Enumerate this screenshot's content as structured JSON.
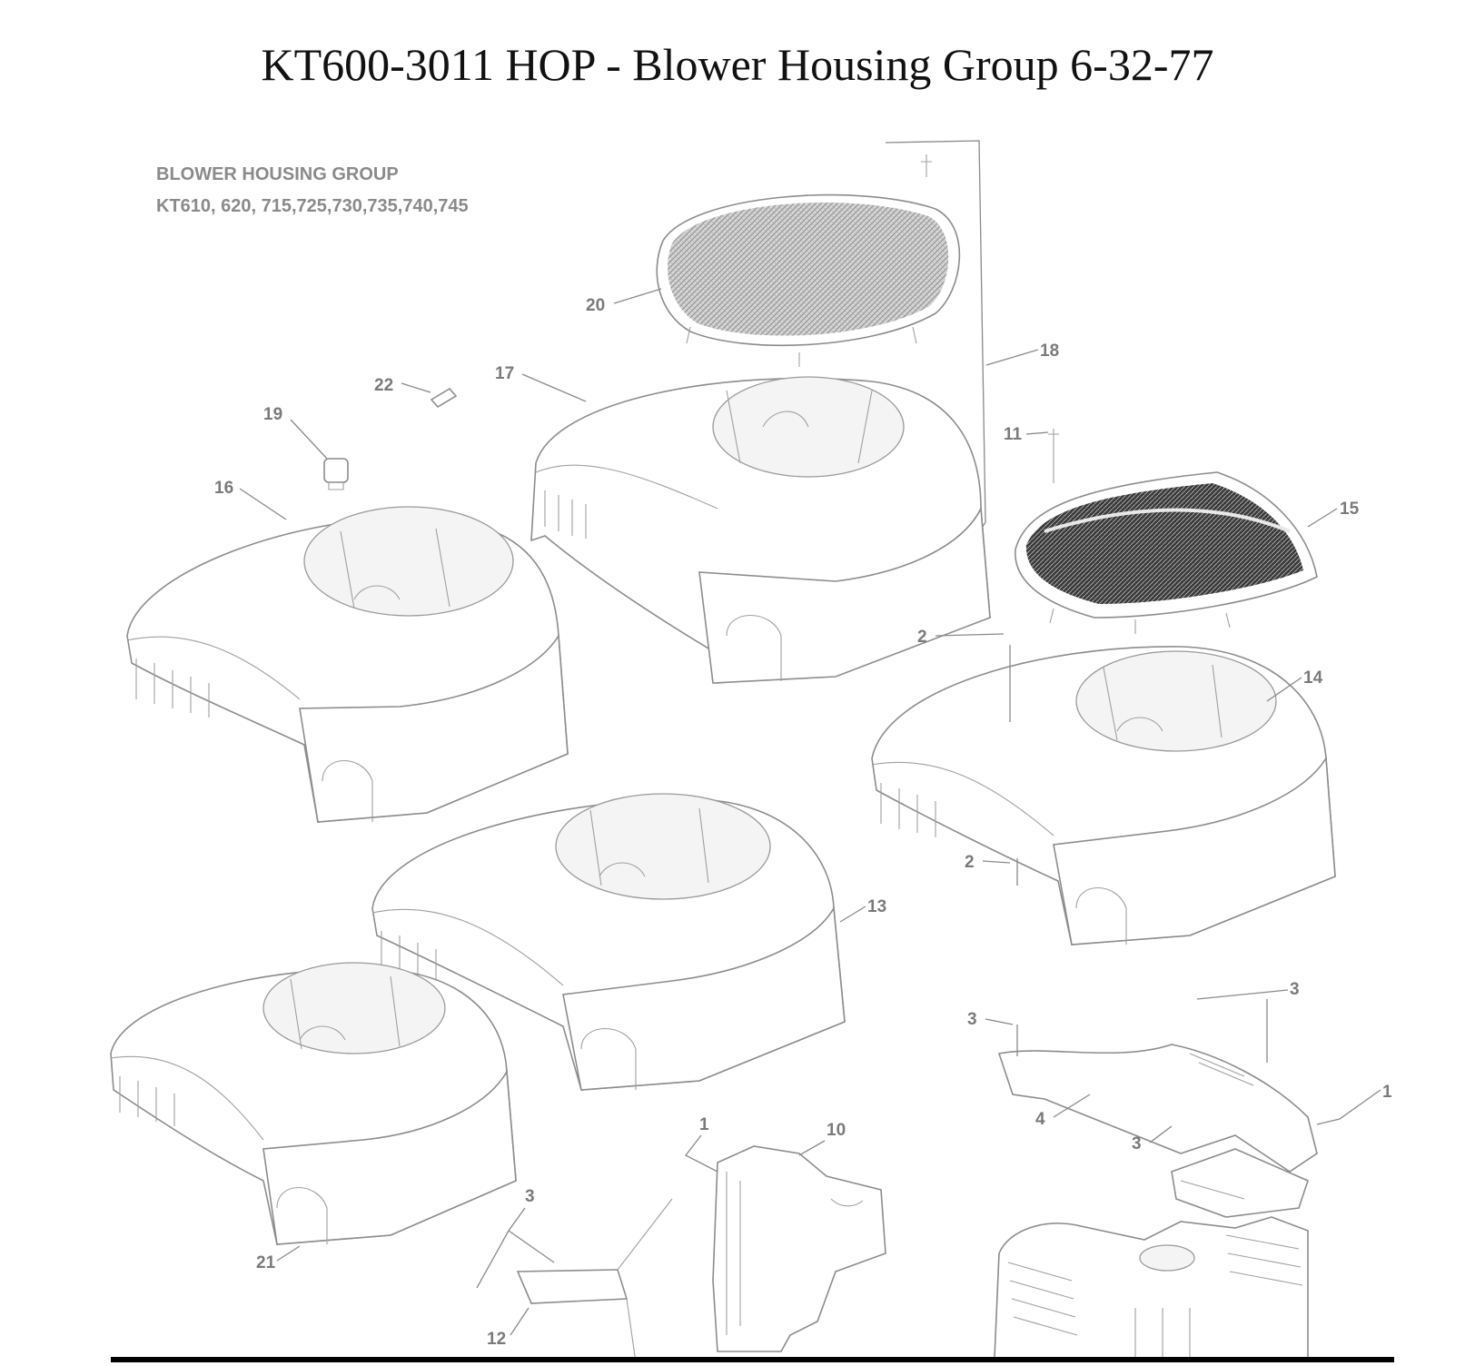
{
  "title": "KT600-3011 HOP - Blower Housing Group 6-32-77",
  "caption": {
    "line1": "BLOWER HOUSING GROUP",
    "line2": "KT610, 620, 715,725,730,735,740,745"
  },
  "callouts": {
    "c20": "20",
    "c18": "18",
    "c17": "17",
    "c22": "22",
    "c19": "19",
    "c16": "16",
    "c11": "11",
    "c15": "15",
    "c2a": "2",
    "c14": "14",
    "c2b": "2",
    "c13": "13",
    "c3a": "3",
    "c3b": "3",
    "c4": "4",
    "c1a": "1",
    "c3c": "3",
    "c1b": "1",
    "c10": "10",
    "c3d": "3",
    "c21": "21",
    "c12": "12"
  },
  "colors": {
    "line": "#8c8c8c",
    "text": "#111111",
    "caption": "#8a8a8a",
    "baseline": "#000000"
  }
}
